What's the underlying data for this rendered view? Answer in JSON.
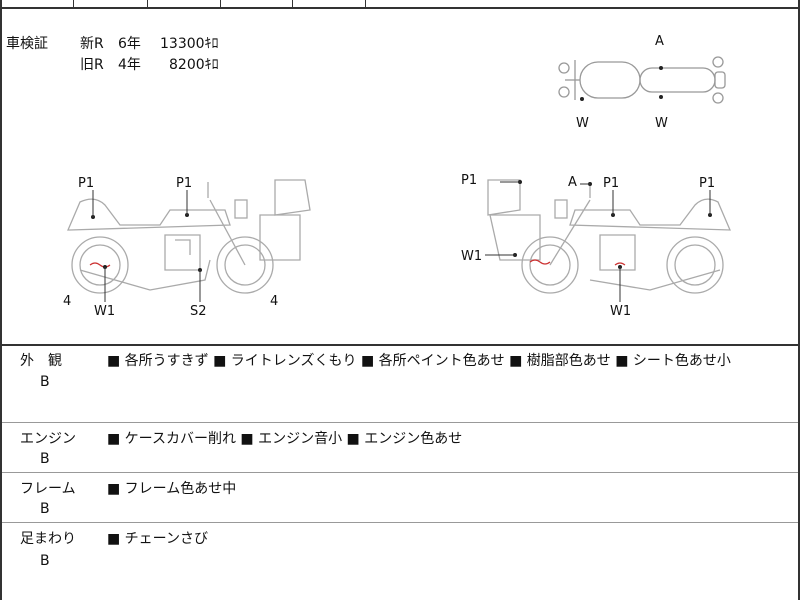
{
  "inspection": {
    "label": "車検証",
    "new": {
      "type": "新R",
      "years": "6年",
      "amount": "13300ｷﾛ"
    },
    "old": {
      "type": "旧R",
      "years": "4年",
      "amount": "8200ｷﾛ"
    }
  },
  "top_view": {
    "labels": {
      "a": "A",
      "w_left": "W",
      "w_right": "W"
    }
  },
  "left_side_view": {
    "labels": {
      "p1_rear": "P1",
      "p1_tank": "P1",
      "tire_rear": "4",
      "w1": "W1",
      "s2": "S2",
      "tire_front": "4"
    }
  },
  "right_side_view": {
    "labels": {
      "p1_case": "P1",
      "a": "A",
      "p1_tank": "P1",
      "p1_rear": "P1",
      "w1_case": "W1",
      "w1_engine": "W1"
    }
  },
  "rows": [
    {
      "label": "外　観",
      "grade": "B",
      "content": "■ 各所うすきず ■ ライトレンズくもり ■ 各所ペイント色あせ ■ 樹脂部色あせ ■ シート色あせ小"
    },
    {
      "label": "エンジン",
      "grade": "B",
      "content": "■ ケースカバー削れ ■ エンジン音小 ■ エンジン色あせ"
    },
    {
      "label": "フレーム",
      "grade": "B",
      "content": "■ フレーム色あせ中"
    },
    {
      "label": "足まわり",
      "grade": "B",
      "content": "■ チェーンさび"
    }
  ]
}
